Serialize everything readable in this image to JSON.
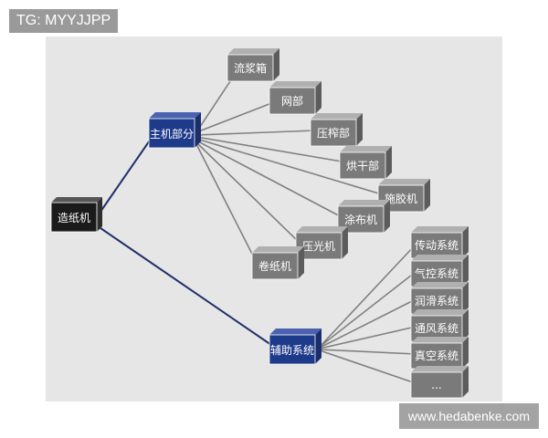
{
  "overlay": {
    "tag": "TG: MYYJJPP",
    "url": "www.hedabenke.com"
  },
  "diagram": {
    "root": "造纸机",
    "main_section": "主机部分",
    "main_parts": [
      "流浆箱",
      "网部",
      "压榨部",
      "烘干部",
      "施胶机",
      "涂布机",
      "压光机",
      "卷纸机"
    ],
    "aux_section": "辅助系统",
    "aux_parts": [
      "传动系统",
      "气控系统",
      "润滑系统",
      "通风系统",
      "真空系统",
      "..."
    ]
  },
  "colors": {
    "canvas_bg": "#e6e6e6",
    "root_box": "#1a1a1a",
    "section_box": "#1e3a8a",
    "part_box": "#7a7a7a",
    "connector_blue": "#1f2f6b",
    "connector_gray": "#808080"
  }
}
